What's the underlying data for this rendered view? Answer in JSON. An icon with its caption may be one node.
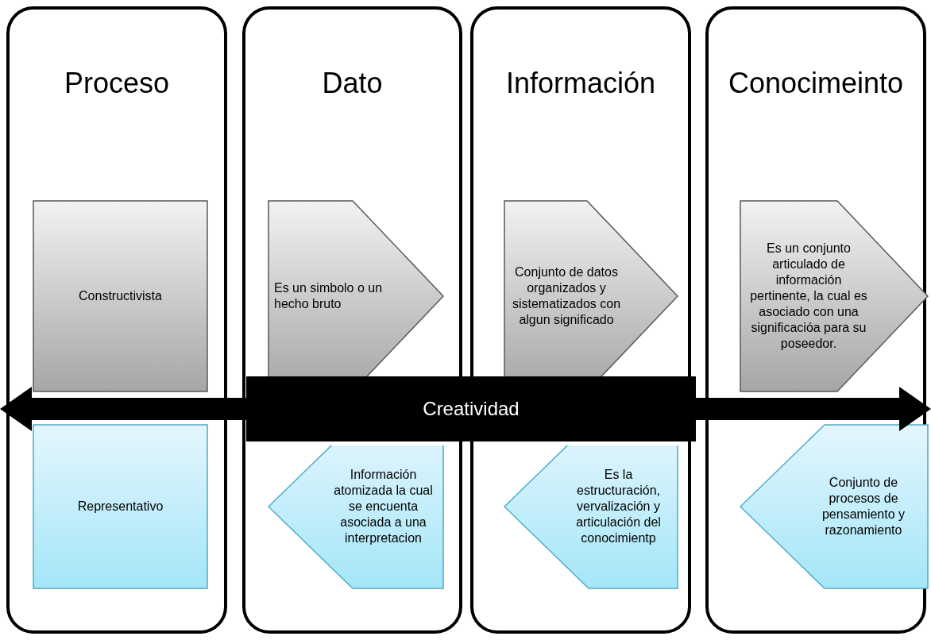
{
  "diagram": {
    "nodes": [
      {
        "text": [
          "Proceso"
        ]
      },
      {
        "text": [
          "Constructivista"
        ],
        "in": 0
      },
      {
        "text": [
          "Representativo"
        ],
        "in": 0
      },
      {
        "text": [
          "Dato"
        ]
      },
      {
        "text": [
          "Es un simbolo o un hecho bruto"
        ],
        "in": 3
      },
      {
        "text": [
          "Información atomizada la cual se encuenta asociada a una interpretacion"
        ],
        "in": 3
      },
      {
        "text": [
          "Información"
        ]
      },
      {
        "text": [
          "Conjunto de datos organizados y sistematizados con algun significado"
        ],
        "in": 6
      },
      {
        "text": [
          "Es la estructuración, vervalización y articulación del conocimientp"
        ],
        "in": 6
      },
      {
        "text": [
          "Conocimeinto"
        ]
      },
      {
        "text": [
          "Es un conjunto articulado de información pertinente, la cual es asociado con una significacióa para su poseedor."
        ],
        "in": 9
      },
      {
        "text": [
          "Conjunto de procesos de pensamiento y razonamiento"
        ],
        "in": 9
      },
      {
        "text": [
          "Creatividad"
        ]
      }
    ],
    "edges": []
  }
}
